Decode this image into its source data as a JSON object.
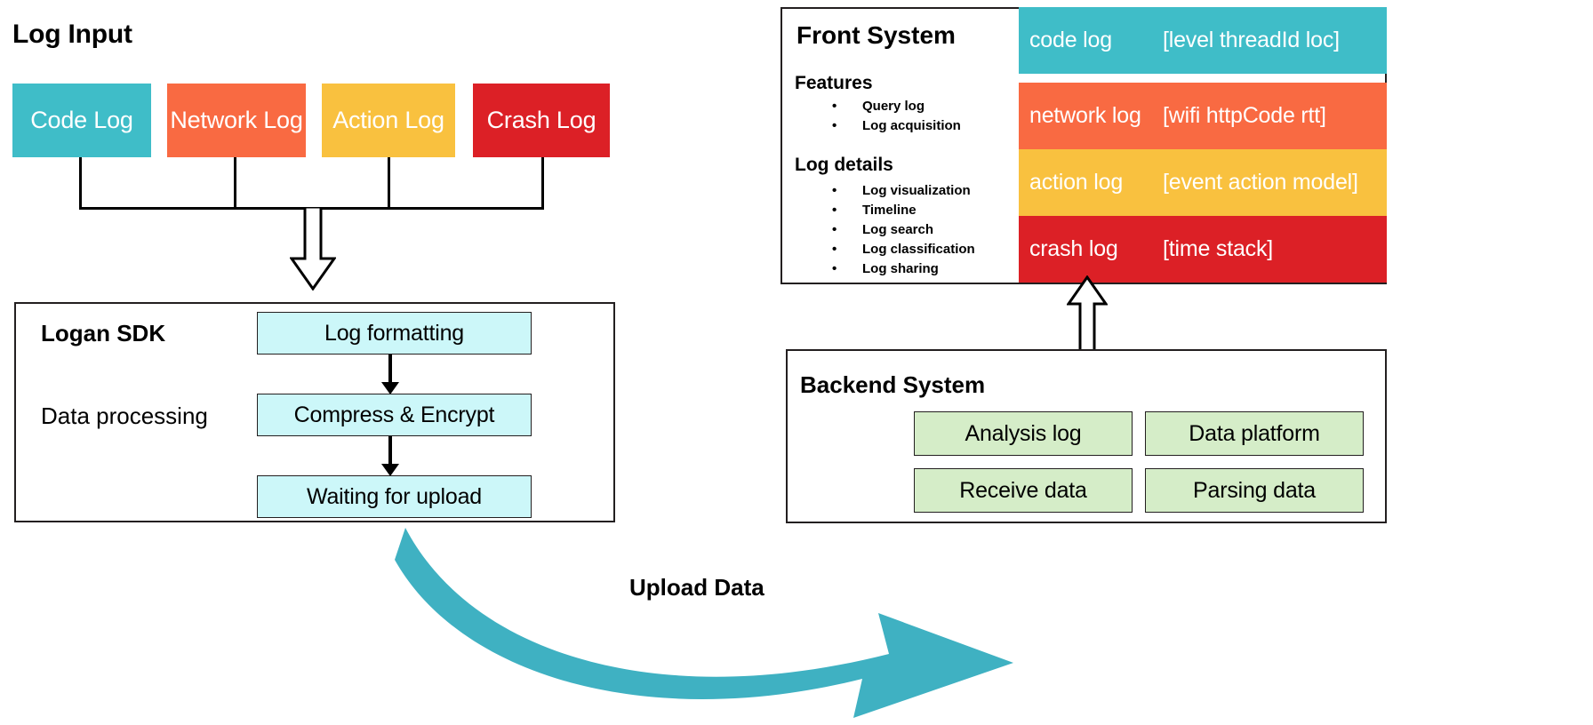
{
  "log_input": {
    "title": "Log Input",
    "chips": [
      {
        "label": "Code Log",
        "color": "#3FBDC8"
      },
      {
        "label": "Network Log",
        "color": "#F96A42"
      },
      {
        "label": "Action Log",
        "color": "#F9C13F"
      },
      {
        "label": "Crash Log",
        "color": "#DC2026"
      }
    ]
  },
  "logan_sdk": {
    "title": "Logan SDK",
    "subtitle": "Data processing",
    "steps": [
      "Log formatting",
      "Compress & Encrypt",
      "Waiting for upload"
    ],
    "step_color": "#CCF7F9"
  },
  "front_system": {
    "title": "Front System",
    "groups": [
      {
        "title": "Features",
        "items": [
          "Query log",
          "Log acquisition"
        ]
      },
      {
        "title": "Log details",
        "items": [
          "Log visualization",
          "Timeline",
          "Log search",
          "Log classification",
          "Log sharing"
        ]
      }
    ],
    "log_rows": [
      {
        "name": "code log",
        "attrs": "[level threadId loc]",
        "color": "#3FBDC8"
      },
      {
        "name": "network log",
        "attrs": "[wifi httpCode rtt]",
        "color": "#F96A42"
      },
      {
        "name": "action log",
        "attrs": "[event action model]",
        "color": "#F9C13F"
      },
      {
        "name": "crash log",
        "attrs": "[time stack]",
        "color": "#DC2026"
      }
    ]
  },
  "backend_system": {
    "title": "Backend System",
    "boxes": [
      "Analysis log",
      "Data platform",
      "Receive data",
      "Parsing data"
    ],
    "box_color": "#D5EDC8"
  },
  "upload_flow": {
    "label": "Upload Data",
    "arrow_color": "#3FB1C2"
  },
  "bullet_glyph": "•"
}
